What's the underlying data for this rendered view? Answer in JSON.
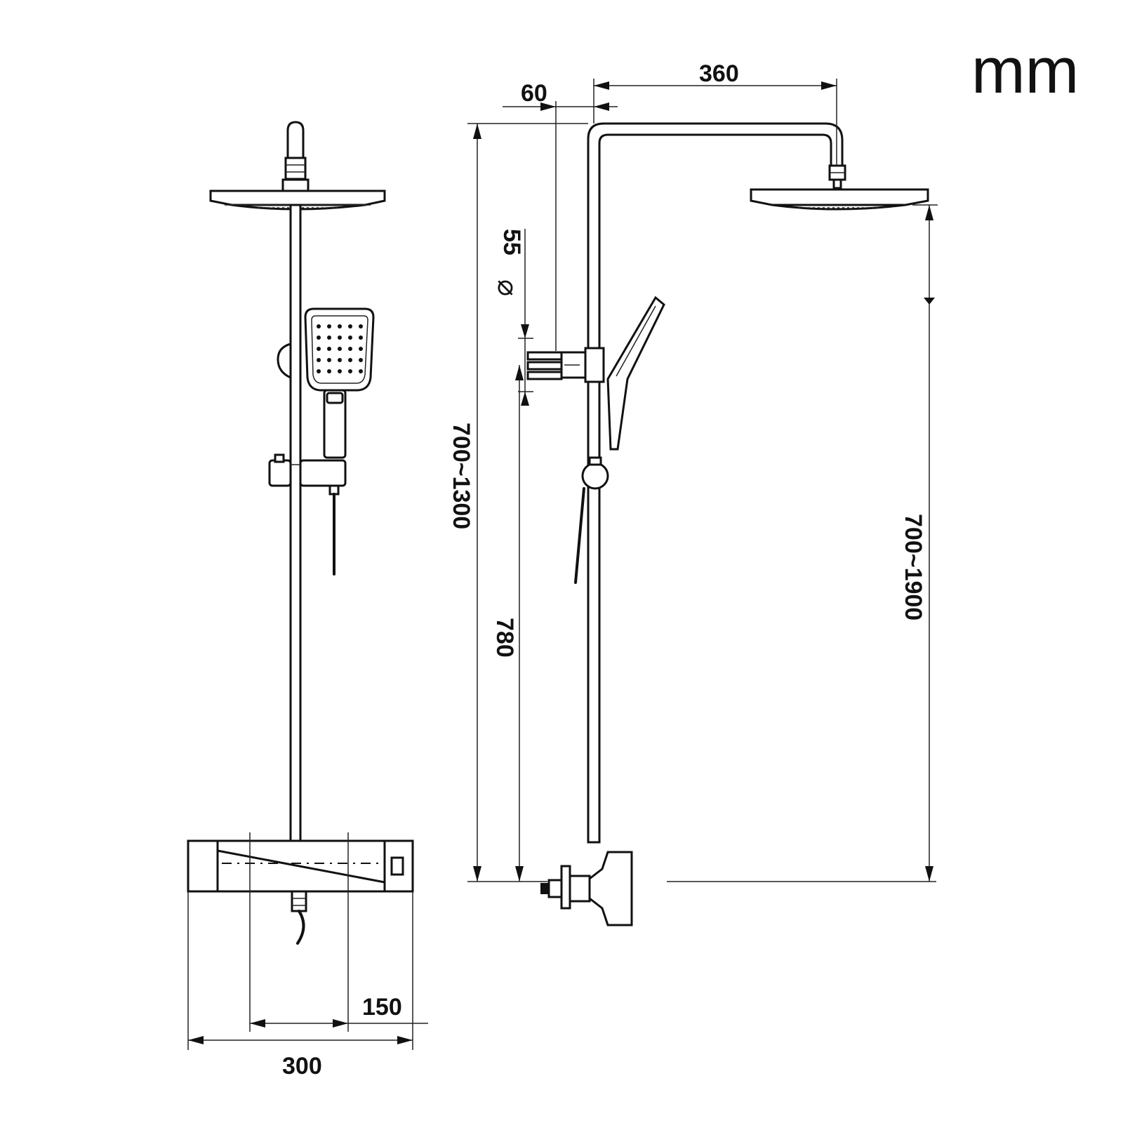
{
  "units": "mm",
  "dimensions": {
    "panel_width": "300",
    "inlet_spacing": "150",
    "head_projection": "360",
    "wall_offset": "60",
    "connector_diameter_symbol": "⌀",
    "connector_diameter": "55",
    "rail_height_range": "700~1300",
    "connector_height": "780",
    "head_height_range": "700~1900"
  },
  "colors": {
    "ink": "#111111",
    "paper": "#ffffff",
    "hose": "#222222"
  }
}
